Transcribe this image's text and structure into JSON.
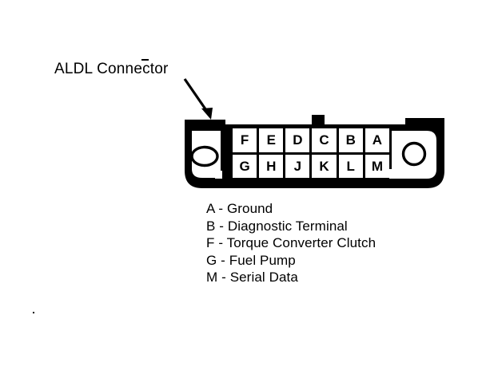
{
  "callout": {
    "label": "ALDL Connector",
    "arrow_icon": "arrow-down-right-icon"
  },
  "connector": {
    "name": "aldl-connector-body",
    "left_opening_icon": "oval-opening-icon",
    "right_opening_icon": "circle-hole-icon",
    "top_tab_icon": "latch-tab-icon",
    "pins": {
      "top_row": [
        "F",
        "E",
        "D",
        "C",
        "B",
        "A"
      ],
      "bottom_row": [
        "G",
        "H",
        "J",
        "K",
        "L",
        "M"
      ]
    }
  },
  "legend": {
    "separator": "-",
    "entries": [
      {
        "key": "A",
        "desc": "Ground"
      },
      {
        "key": "B",
        "desc": "Diagnostic Terminal"
      },
      {
        "key": "F",
        "desc": "Torque Converter Clutch"
      },
      {
        "key": "G",
        "desc": "Fuel Pump"
      },
      {
        "key": "M",
        "desc": "Serial Data"
      }
    ]
  },
  "colors": {
    "ink": "#000000",
    "paper": "#ffffff"
  }
}
